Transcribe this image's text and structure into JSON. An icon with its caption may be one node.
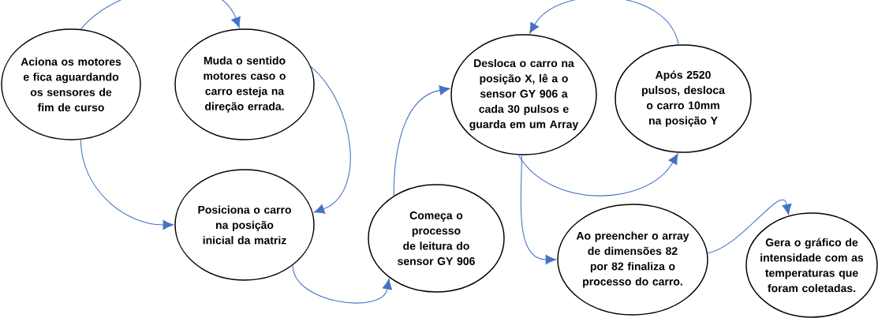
{
  "diagram": {
    "nodes": [
      {
        "text": [
          "Aciona os motores e fica aguardando os sensores de fim de curso"
        ]
      },
      {
        "text": [
          "Muda o sentido motores caso o carro esteja na direção errada."
        ]
      },
      {
        "text": [
          "Posiciona o carro na posição inicial da matriz"
        ]
      },
      {
        "text": [
          "Começa o processo de leitura do sensor GY 906"
        ]
      },
      {
        "text": [
          "Desloca o carro na posição X, lê a o sensor GY 906 a cada 30 pulsos e guarda em um Array"
        ]
      },
      {
        "text": [
          "Após 2520 pulsos, desloca o carro 10mm na posição Y"
        ]
      },
      {
        "text": [
          "Ao preencher o array de dimensões 82 por 82 finaliza o processo do carro."
        ]
      },
      {
        "text": [
          "Gera o gráfico de intensidade com as temperaturas que foram coletadas."
        ]
      }
    ],
    "edges": [
      {
        "from": 0,
        "to": 1,
        "arrow": "to"
      },
      {
        "from": 0,
        "to": 2,
        "arrow": "to"
      },
      {
        "from": 1,
        "to": 2,
        "arrow": "to"
      },
      {
        "from": 2,
        "to": 3,
        "arrow": "to"
      },
      {
        "from": 3,
        "to": 4,
        "arrow": "to"
      },
      {
        "from": 4,
        "to": 5,
        "arrow": "to"
      },
      {
        "from": 5,
        "to": 4,
        "arrow": "to"
      },
      {
        "from": 4,
        "to": 6,
        "arrow": "to"
      },
      {
        "from": 6,
        "to": 7,
        "arrow": "to"
      }
    ]
  }
}
